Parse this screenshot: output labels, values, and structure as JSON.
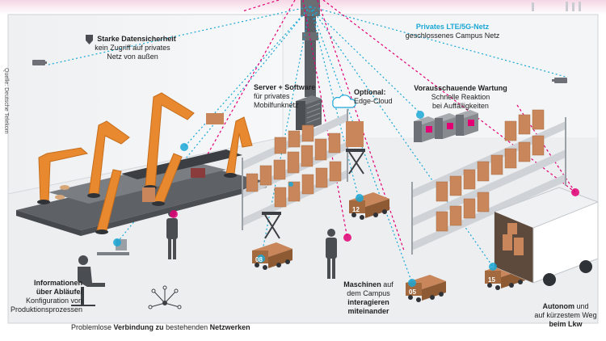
{
  "source_note": "Quelle: Deutsche Telekom",
  "labels": {
    "security_title": "Starke Datensicherheit",
    "security_l1": "kein Zugriff auf privates",
    "security_l2": "Netz von außen",
    "lte_title": "Privates LTE/5G-Netz",
    "lte_sub": "geschlossenes Campus Netz",
    "server_title": "Server + Software",
    "server_l1": "für privates",
    "server_l2": "Mobilfunknetz",
    "edge_title": "Optional:",
    "edge_sub": "Edge-Cloud",
    "maint_title": "Vorausschauende Wartung",
    "maint_l1": "Schnelle Reaktion",
    "maint_l2": "bei Auffälligkeiten",
    "info_l1": "Informationen",
    "info_l2": "über Abläufe/",
    "info_l3": "Konfiguration von",
    "info_l4": "Produktionsprozessen",
    "conn_pre": "Problemlose",
    "conn_b1": "Verbindung zu",
    "conn_mid": "bestehenden",
    "conn_b2": "Netzwerken",
    "machines_l1": "Maschinen",
    "machines_l1b": "auf",
    "machines_l2": "dem Campus",
    "machines_l3": "interagieren",
    "machines_l4": "miteinander",
    "auto_l1": "Autonom",
    "auto_l1b": "und",
    "auto_l2": "auf kürzestem Weg",
    "auto_l3": "beim Lkw"
  },
  "robot_ids": [
    "08",
    "12",
    "05",
    "15"
  ],
  "colors": {
    "magenta": "#e20074",
    "blue": "#1aa7d6",
    "orange": "#e8892f",
    "box": "#c9865a",
    "dark": "#3d3d3d",
    "floor": "#e7e9ec"
  },
  "icons": [
    "shield-icon",
    "cloud-icon",
    "camera-icon",
    "network-icon",
    "server-icon"
  ]
}
